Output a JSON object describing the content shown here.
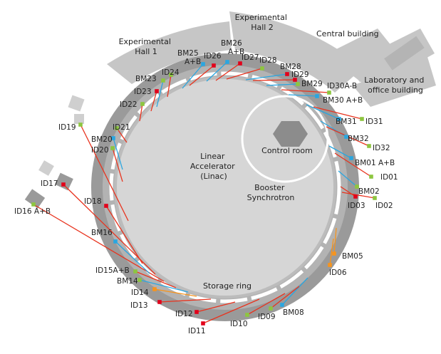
{
  "colors": {
    "floor": "#9a9a9a",
    "floor_light": "#c6c6c6",
    "ring_fill": "#d6d6d6",
    "ring_edge": "#a5a5a5",
    "white_line": "#ffffff",
    "insertion_device": "#e8331e",
    "bending_magnet": "#2aa6e0",
    "undulator_green": "#8dc63f",
    "orange": "#f7941d",
    "red_dot": "#e2001a"
  },
  "areas": {
    "exp_hall_2": [
      "Experimental",
      "Hall 2"
    ],
    "exp_hall_1": [
      "Experimental",
      "Hall 1"
    ],
    "central_building": "Central building",
    "lab_office": [
      "Laboratory and",
      "office building"
    ],
    "control_room": "Control room",
    "linac": [
      "Linear",
      "Accelerator",
      "(Linac)"
    ],
    "booster": [
      "Booster",
      "Synchrotron"
    ],
    "storage_ring": "Storage ring"
  },
  "beamlines": [
    {
      "id": "bl-id16",
      "label": "ID16 A+B",
      "label2": "",
      "dot_color": "undulator_green",
      "line_color": "insertion_device"
    },
    {
      "id": "bl-id17",
      "label": "ID17",
      "label2": "",
      "dot_color": "red_dot",
      "line_color": "insertion_device"
    },
    {
      "id": "bl-id18",
      "label": "ID18",
      "label2": "",
      "dot_color": "red_dot",
      "line_color": "insertion_device"
    },
    {
      "id": "bl-id19",
      "label": "ID19",
      "label2": "",
      "dot_color": "undulator_green",
      "line_color": "insertion_device"
    },
    {
      "id": "bl-id20",
      "label": "ID20",
      "label2": "",
      "dot_color": "undulator_green",
      "line_color": "insertion_device"
    },
    {
      "id": "bl-bm20",
      "label": "BM20",
      "label2": "",
      "dot_color": "bending_magnet",
      "line_color": "bending_magnet"
    },
    {
      "id": "bl-id21",
      "label": "ID21",
      "label2": "",
      "dot_color": "undulator_green",
      "line_color": "insertion_device"
    },
    {
      "id": "bl-id22",
      "label": "ID22",
      "label2": "",
      "dot_color": "undulator_green",
      "line_color": "insertion_device"
    },
    {
      "id": "bl-id23",
      "label": "ID23",
      "label2": "",
      "dot_color": "red_dot",
      "line_color": "insertion_device"
    },
    {
      "id": "bl-bm23",
      "label": "BM23",
      "label2": "",
      "dot_color": "undulator_green",
      "line_color": "bending_magnet"
    },
    {
      "id": "bl-id24",
      "label": "ID24",
      "label2": "",
      "dot_color": "undulator_green",
      "line_color": "insertion_device"
    },
    {
      "id": "bl-bm25",
      "label": "BM25",
      "label2": "A+B",
      "dot_color": "bending_magnet",
      "line_color": "bending_magnet"
    },
    {
      "id": "bl-id26",
      "label": "ID26",
      "label2": "",
      "dot_color": "red_dot",
      "line_color": "insertion_device"
    },
    {
      "id": "bl-bm26",
      "label": "BM26",
      "label2": "A+B",
      "dot_color": "bending_magnet",
      "line_color": "bending_magnet"
    },
    {
      "id": "bl-id27",
      "label": "ID27",
      "label2": "",
      "dot_color": "red_dot",
      "line_color": "insertion_device"
    },
    {
      "id": "bl-id28",
      "label": "ID28",
      "label2": "",
      "dot_color": "undulator_green",
      "line_color": "insertion_device"
    },
    {
      "id": "bl-bm28",
      "label": "BM28",
      "label2": "",
      "dot_color": "red_dot",
      "line_color": "bending_magnet"
    },
    {
      "id": "bl-id29",
      "label": "ID29",
      "label2": "",
      "dot_color": "red_dot",
      "line_color": "insertion_device"
    },
    {
      "id": "bl-bm29",
      "label": "BM29",
      "label2": "",
      "dot_color": "undulator_green",
      "line_color": "bending_magnet"
    },
    {
      "id": "bl-id30",
      "label": "ID30A-B",
      "label2": "",
      "dot_color": "undulator_green",
      "line_color": "insertion_device"
    },
    {
      "id": "bl-bm30",
      "label": "BM30 A+B",
      "label2": "",
      "dot_color": "bending_magnet",
      "line_color": "bending_magnet"
    },
    {
      "id": "bl-bm31",
      "label": "BM31",
      "label2": "",
      "dot_color": "bending_magnet",
      "line_color": "bending_magnet"
    },
    {
      "id": "bl-id31",
      "label": "ID31",
      "label2": "",
      "dot_color": "undulator_green",
      "line_color": "insertion_device"
    },
    {
      "id": "bl-bm32",
      "label": "BM32",
      "label2": "",
      "dot_color": "bending_magnet",
      "line_color": "bending_magnet"
    },
    {
      "id": "bl-id32",
      "label": "ID32",
      "label2": "",
      "dot_color": "undulator_green",
      "line_color": "insertion_device"
    },
    {
      "id": "bl-bm01",
      "label": "BM01 A+B",
      "label2": "",
      "dot_color": "bending_magnet",
      "line_color": "bending_magnet"
    },
    {
      "id": "bl-id01",
      "label": "ID01",
      "label2": "",
      "dot_color": "undulator_green",
      "line_color": "insertion_device"
    },
    {
      "id": "bl-bm02",
      "label": "BM02",
      "label2": "",
      "dot_color": "undulator_green",
      "line_color": "bending_magnet"
    },
    {
      "id": "bl-id03",
      "label": "ID03",
      "label2": "",
      "dot_color": "red_dot",
      "line_color": "insertion_device"
    },
    {
      "id": "bl-id02",
      "label": "ID02",
      "label2": "",
      "dot_color": "undulator_green",
      "line_color": "insertion_device"
    },
    {
      "id": "bl-bm05",
      "label": "BM05",
      "label2": "",
      "dot_color": "orange",
      "line_color": "orange"
    },
    {
      "id": "bl-id06",
      "label": "ID06",
      "label2": "",
      "dot_color": "orange",
      "line_color": "orange"
    },
    {
      "id": "bl-bm08",
      "label": "BM08",
      "label2": "",
      "dot_color": "bending_magnet",
      "line_color": "bending_magnet"
    },
    {
      "id": "bl-id09",
      "label": "ID09",
      "label2": "",
      "dot_color": "undulator_green",
      "line_color": "insertion_device"
    },
    {
      "id": "bl-id10",
      "label": "ID10",
      "label2": "",
      "dot_color": "undulator_green",
      "line_color": "insertion_device"
    },
    {
      "id": "bl-id11",
      "label": "ID11",
      "label2": "",
      "dot_color": "red_dot",
      "line_color": "insertion_device"
    },
    {
      "id": "bl-id12",
      "label": "ID12",
      "label2": "",
      "dot_color": "red_dot",
      "line_color": "insertion_device"
    },
    {
      "id": "bl-id13",
      "label": "ID13",
      "label2": "",
      "dot_color": "red_dot",
      "line_color": "insertion_device"
    },
    {
      "id": "bl-id14",
      "label": "ID14",
      "label2": "",
      "dot_color": "orange",
      "line_color": "orange"
    },
    {
      "id": "bl-bm14",
      "label": "BM14",
      "label2": "",
      "dot_color": "undulator_green",
      "line_color": "bending_magnet"
    },
    {
      "id": "bl-id15",
      "label": "ID15A+B",
      "label2": "",
      "dot_color": "undulator_green",
      "line_color": "insertion_device"
    },
    {
      "id": "bl-bm16",
      "label": "BM16",
      "label2": "",
      "dot_color": "bending_magnet",
      "line_color": "bending_magnet"
    }
  ]
}
